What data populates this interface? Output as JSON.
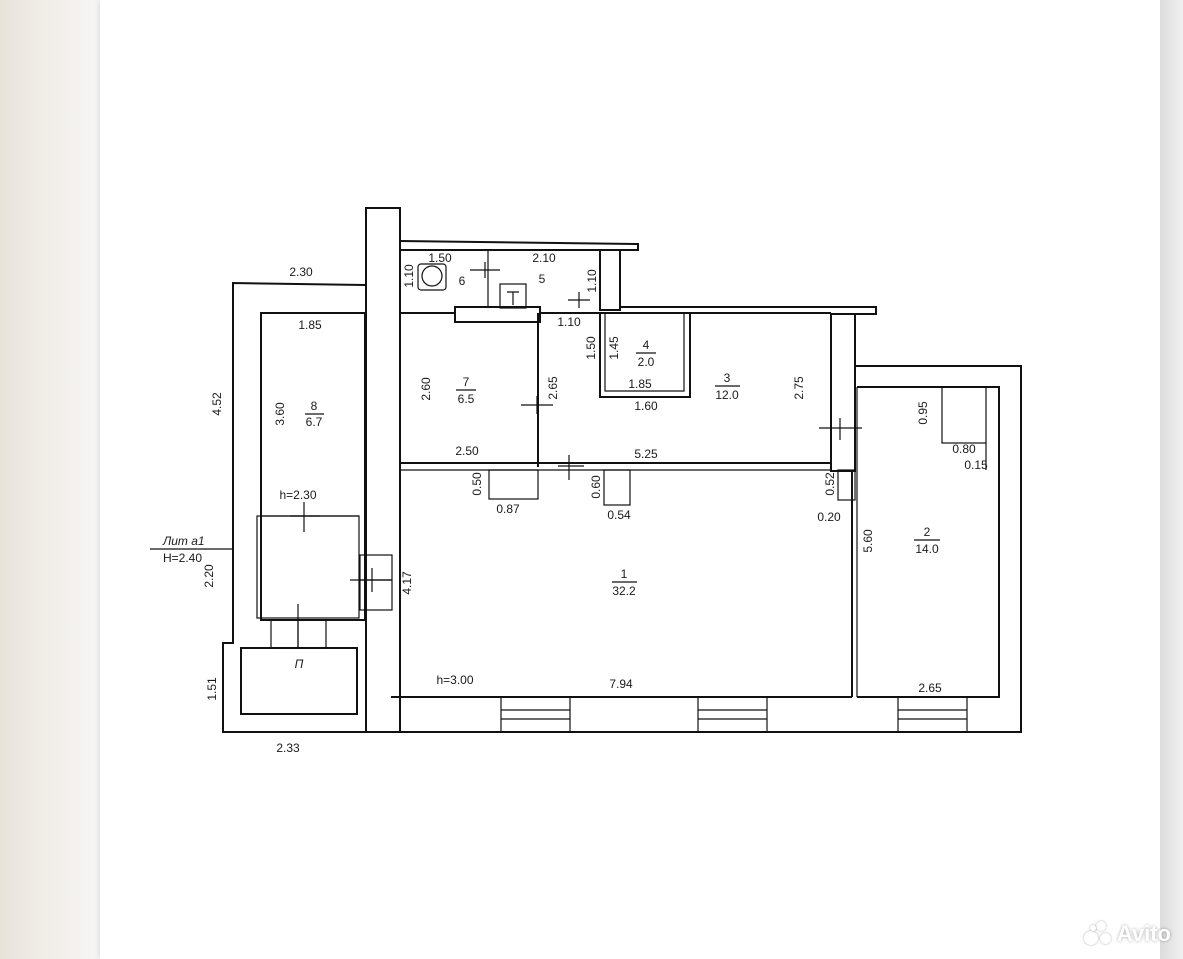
{
  "rooms": [
    {
      "number": "1",
      "area": "32.2"
    },
    {
      "number": "2",
      "area": "14.0"
    },
    {
      "number": "3",
      "area": "12.0"
    },
    {
      "number": "4",
      "area": "2.0"
    },
    {
      "number": "5",
      "area": ""
    },
    {
      "number": "6",
      "area": ""
    },
    {
      "number": "7",
      "area": "6.5"
    },
    {
      "number": "8",
      "area": "6.7"
    }
  ],
  "annex": {
    "title": "Лит а1",
    "height": "H=2.40",
    "inner_height": "h=2.30",
    "porch": "П"
  },
  "main_height": "h=3.00",
  "dimensions": {
    "top_left_width": "2.30",
    "left_height": "4.52",
    "bottom_left_width": "2.33",
    "annex_side": "2.20",
    "porch_height": "1.51",
    "r8_width": "1.85",
    "r8_height": "3.60",
    "r6_width": "1.50",
    "r6_height": "1.10",
    "r5_width": "2.10",
    "r5_height": "1.10",
    "r5_bottom": "1.10",
    "r7_height": "2.60",
    "r7_width": "2.50",
    "r7_right": "2.65",
    "r4_side_a": "1.50",
    "r4_side_b": "1.45",
    "r4_width_top": "1.85",
    "r4_width_bottom": "1.60",
    "r3_height": "2.75",
    "r3_width": "5.25",
    "niche_a_depth": "0.50",
    "niche_a_width": "0.87",
    "niche_b_depth": "0.60",
    "niche_b_width": "0.54",
    "niche_c_depth": "0.52",
    "niche_c_width": "0.20",
    "r1_left": "4.17",
    "r1_width": "7.94",
    "r2_height": "5.60",
    "r2_width": "2.65",
    "r2_niche_h": "0.95",
    "r2_niche_w": "0.80",
    "r2_niche_wall": "0.15"
  },
  "watermark": "Avito"
}
